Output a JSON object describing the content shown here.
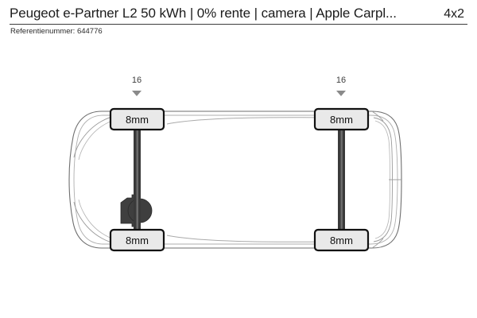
{
  "header": {
    "title": "Peugeot e-Partner L2 50 kWh | 0% rente | camera | Apple Carpl...",
    "drivetrain": "4x2",
    "reference_label": "Referentienummer: 644776"
  },
  "diagram": {
    "name": "vehicle-top-view-tyre-tread-diagram",
    "vehicle_orientation": "top-view, front at left",
    "colors": {
      "body_outline": "#6e6e6e",
      "body_detail_line": "#9a9a9a",
      "axle": "#3a3a3a",
      "axle_highlight": "#6b6b6b",
      "badge_fill": "#e9e9e9",
      "badge_border": "#111111",
      "callout_text": "#404040",
      "background": "#ffffff"
    },
    "axles": [
      {
        "id": "front",
        "position": "front",
        "rim_size_label": "16",
        "marker": "triangle-down",
        "has_differential": true,
        "tyres": [
          {
            "id": "front-left",
            "side": "left",
            "tread_depth": "8mm"
          },
          {
            "id": "front-right",
            "side": "right",
            "tread_depth": "8mm"
          }
        ]
      },
      {
        "id": "rear",
        "position": "rear",
        "rim_size_label": "16",
        "marker": "triangle-down",
        "has_differential": false,
        "tyres": [
          {
            "id": "rear-left",
            "side": "left",
            "tread_depth": "8mm"
          },
          {
            "id": "rear-right",
            "side": "right",
            "tread_depth": "8mm"
          }
        ]
      }
    ]
  }
}
